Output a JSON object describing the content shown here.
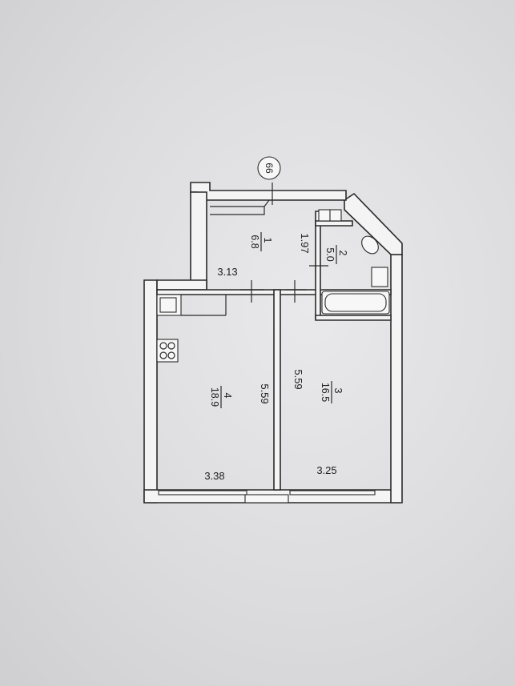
{
  "axis_label": "66",
  "rooms": [
    {
      "number": "1",
      "area": "6.8"
    },
    {
      "number": "2",
      "area": "5.0"
    },
    {
      "number": "3",
      "area": "16.5"
    },
    {
      "number": "4",
      "area": "18.9"
    }
  ],
  "dimensions": {
    "hall_width": "3.13",
    "hall_depth": "1.97",
    "kitchen_depth": "5.59",
    "bedroom_depth": "5.59",
    "kitchen_width": "3.38",
    "bedroom_width": "3.25"
  }
}
